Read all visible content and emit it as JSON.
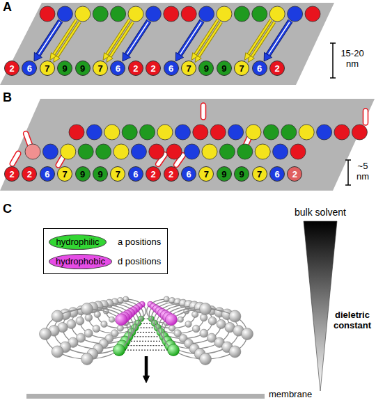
{
  "diagram": {
    "nodes": [
      {
        "text": [
          "2"
        ]
      },
      {
        "text": [
          "6"
        ]
      },
      {
        "text": [
          "7"
        ]
      },
      {
        "text": [
          "9"
        ]
      },
      {
        "text": [
          "9"
        ]
      },
      {
        "text": [
          "7"
        ]
      },
      {
        "text": [
          "6"
        ]
      },
      {
        "text": [
          "2"
        ]
      },
      {
        "text": [
          "2"
        ]
      },
      {
        "text": [
          "6"
        ]
      },
      {
        "text": [
          "7"
        ]
      },
      {
        "text": [
          "9"
        ]
      },
      {
        "text": [
          "9"
        ]
      },
      {
        "text": [
          "7"
        ]
      },
      {
        "text": [
          "6"
        ]
      },
      {
        "text": [
          "2"
        ]
      },
      {
        "text": [
          "2"
        ]
      },
      {
        "text": [
          "2"
        ]
      },
      {
        "text": [
          "6"
        ]
      },
      {
        "text": [
          "7"
        ]
      },
      {
        "text": [
          "9"
        ]
      },
      {
        "text": [
          "9"
        ]
      },
      {
        "text": [
          "7"
        ]
      },
      {
        "text": [
          "6"
        ]
      },
      {
        "text": [
          "2"
        ]
      },
      {
        "text": [
          "2"
        ]
      },
      {
        "text": [
          "6"
        ]
      },
      {
        "text": [
          "7"
        ]
      },
      {
        "text": [
          "9"
        ]
      },
      {
        "text": [
          "9"
        ]
      },
      {
        "text": [
          "7"
        ]
      },
      {
        "text": [
          "6"
        ]
      },
      {
        "text": [
          "2"
        ]
      },
      {
        "text": [
          "a positions",
          "d positions"
        ]
      },
      {
        "text": [
          "hydrophilic"
        ],
        "in": 33
      },
      {
        "text": [
          "hydrophobic"
        ],
        "in": 33
      }
    ],
    "labels": [
      "A",
      "15-20 nm",
      "B",
      "~5 nm",
      "C",
      "bulk solvent",
      "dieletric constant",
      "membrane"
    ]
  }
}
